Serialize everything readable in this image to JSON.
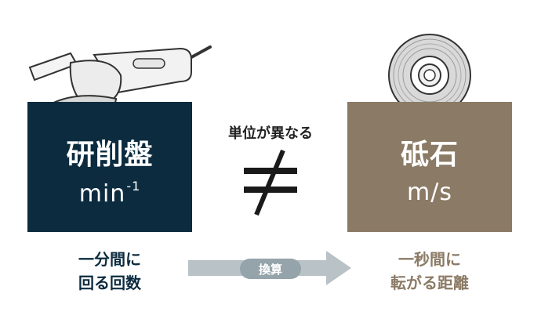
{
  "left": {
    "title": "研削盤",
    "unit_base": "min",
    "unit_sup": "-1",
    "caption_line1": "一分間に",
    "caption_line2": "回る回数",
    "color": "#0c2b3f"
  },
  "right": {
    "title": "砥石",
    "unit": "m/s",
    "caption_line1": "一秒間に",
    "caption_line2": "転がる距離",
    "color": "#8b7a65"
  },
  "middle": {
    "difference_label": "単位が異なる",
    "arrow_label": "換算",
    "arrow_color": "#b8c2c7"
  },
  "icons": [
    "angle-grinder-icon",
    "grinding-wheel-icon",
    "not-equal-icon",
    "right-arrow-icon"
  ]
}
